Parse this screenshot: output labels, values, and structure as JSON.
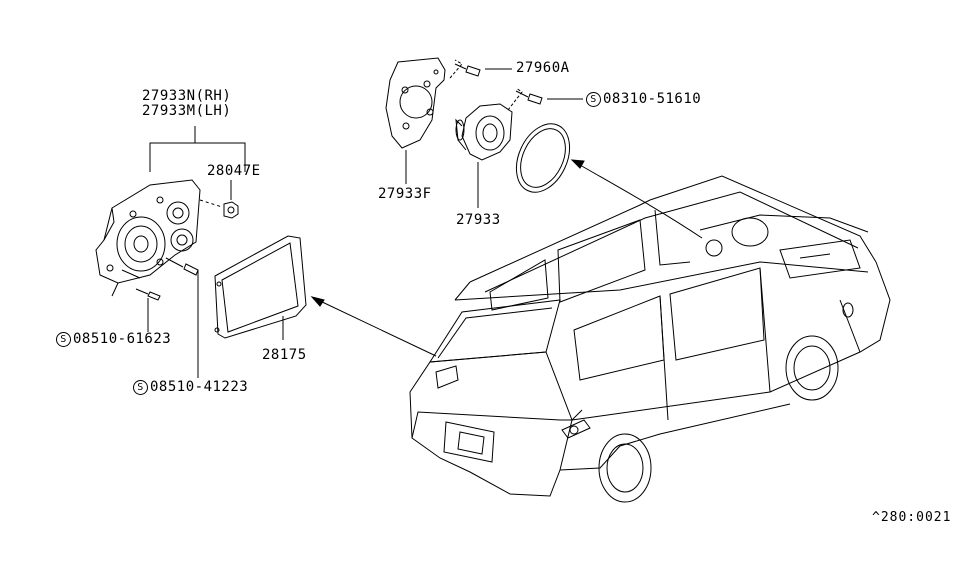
{
  "labels": {
    "p27933n": "27933N(RH)",
    "p27933m": "27933M(LH)",
    "p28047e": "28047E",
    "p08510_61623": "08510-61623",
    "p08510_41223": "08510-41223",
    "p28175": "28175",
    "p27960a": "27960A",
    "p08310_51610": "08310-51610",
    "p27933f": "27933F",
    "p27933": "27933",
    "s_mark": "S"
  },
  "reference_code": "^280:0021"
}
